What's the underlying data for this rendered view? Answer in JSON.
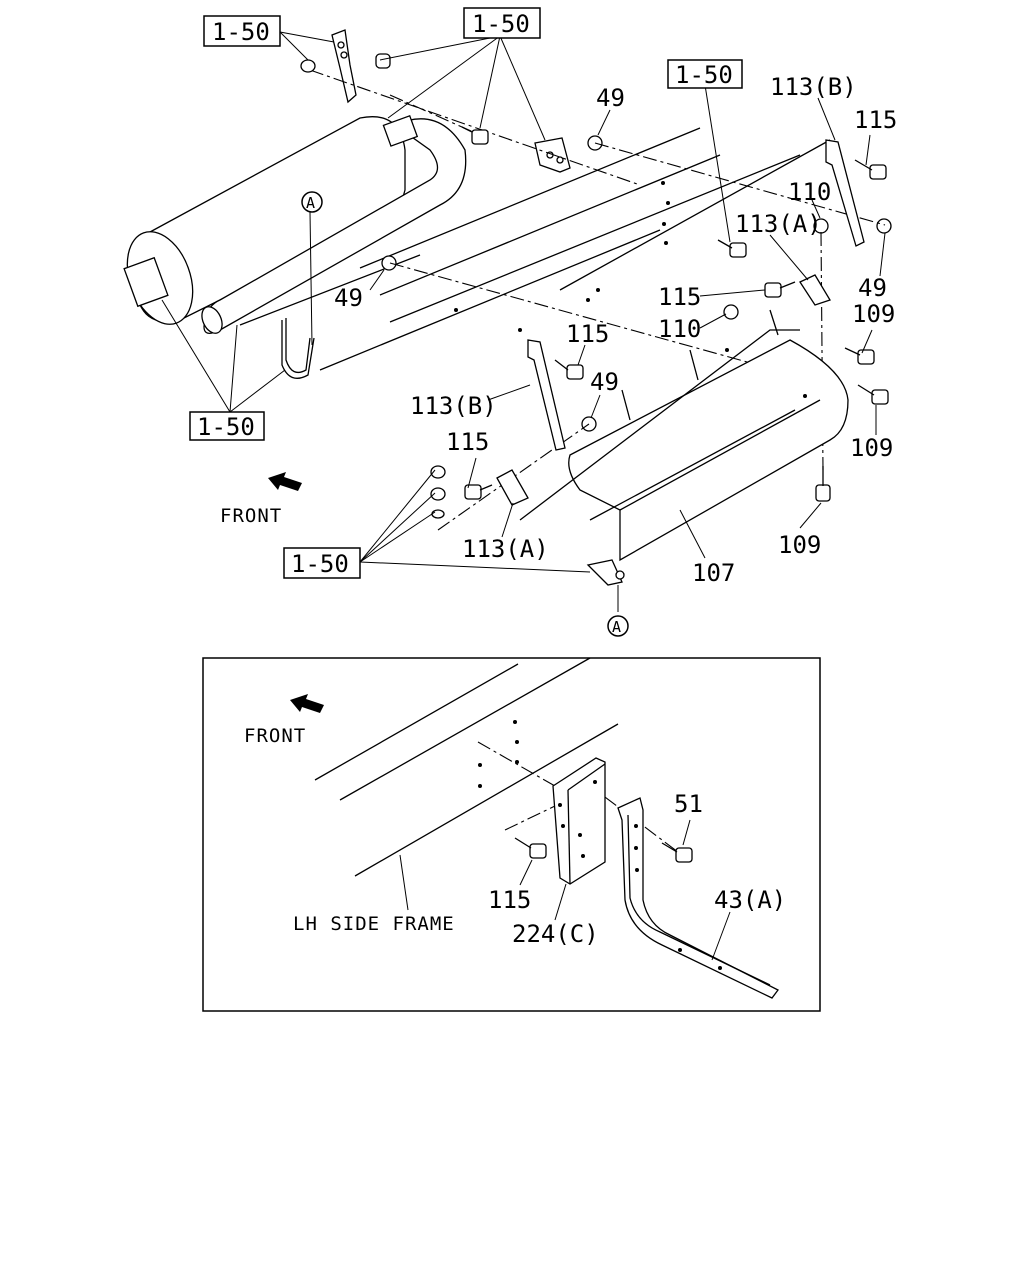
{
  "diagram": {
    "ref_labels": [
      "1-50",
      "1-50",
      "1-50",
      "1-50",
      "1-50"
    ],
    "circle_markers": [
      "A",
      "A"
    ],
    "part_labels": {
      "p49_a": "49",
      "p49_b": "49",
      "p49_c": "49",
      "p49_d": "49",
      "p113b_a": "113(B)",
      "p113b_b": "113(B)",
      "p115_a": "115",
      "p115_b": "115",
      "p115_c": "115",
      "p115_d": "115",
      "p110_a": "110",
      "p110_b": "110",
      "p113a_a": "113(A)",
      "p113a_b": "113(A)",
      "p109_a": "109",
      "p109_b": "109",
      "p109_c": "109",
      "p107": "107"
    },
    "front_label": "FRONT",
    "inset": {
      "front_label": "FRONT",
      "frame_label": "LH SIDE FRAME",
      "p51": "51",
      "p115": "115",
      "p224c": "224(C)",
      "p43a": "43(A)"
    }
  }
}
